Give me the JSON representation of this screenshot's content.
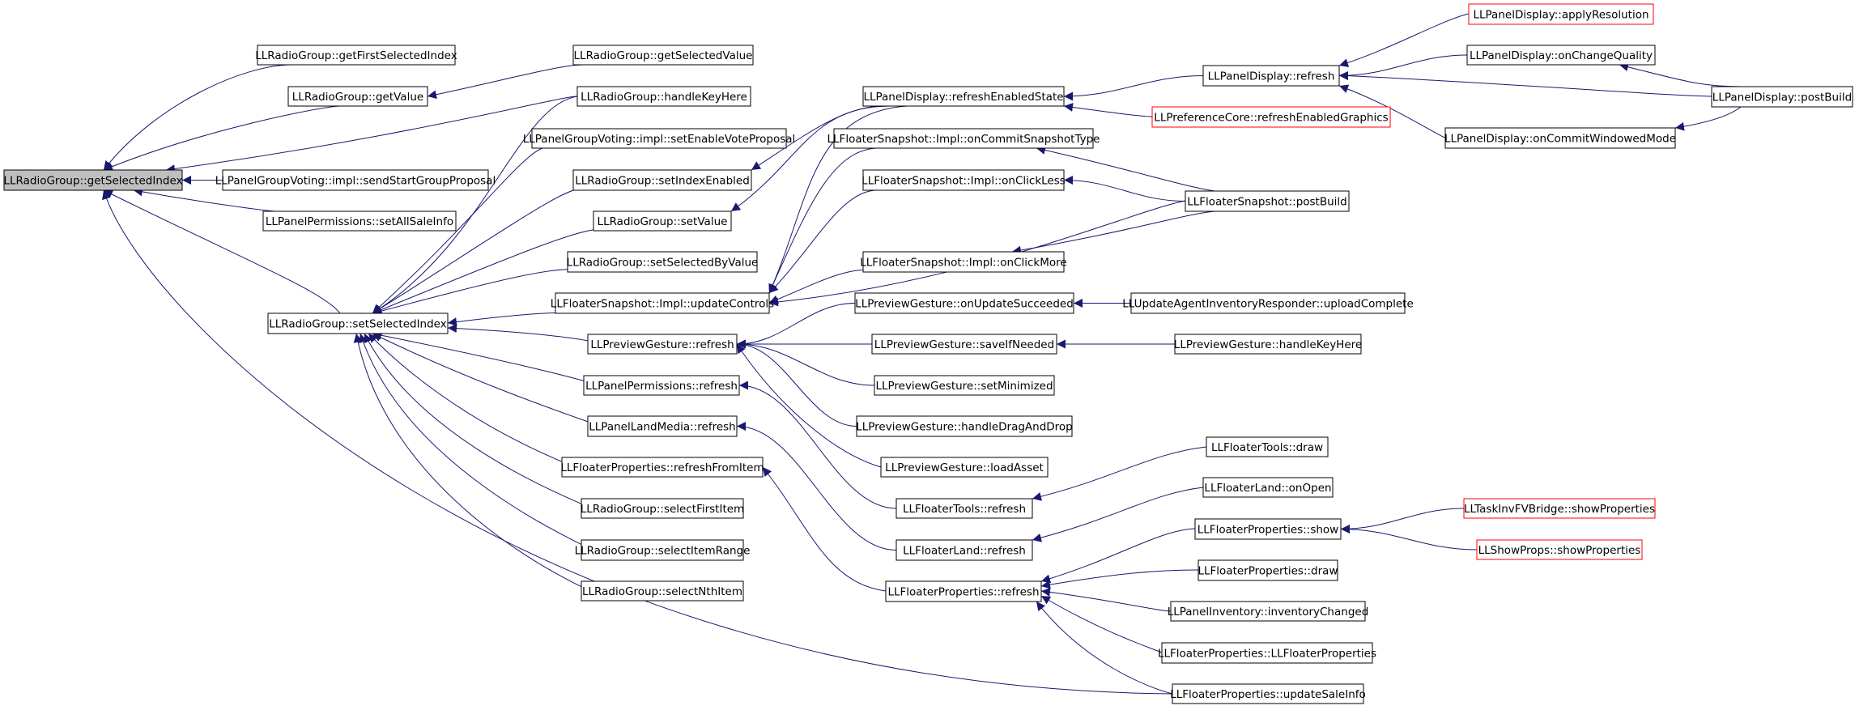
{
  "graph": {
    "colors": {
      "edge": "#191970",
      "box_border": "#000000",
      "truncated_border": "#ff0000",
      "root_fill": "#bfbfbf",
      "box_fill": "#ffffff"
    },
    "nodes": [
      {
        "id": "n0",
        "label": "LLRadioGroup::getSelectedIndex",
        "style": "root"
      },
      {
        "id": "n1",
        "label": "LLRadioGroup::getFirstSelectedIndex",
        "style": "normal"
      },
      {
        "id": "n2",
        "label": "LLRadioGroup::getValue",
        "style": "normal"
      },
      {
        "id": "n3",
        "label": "LLRadioGroup::getSelectedValue",
        "style": "normal"
      },
      {
        "id": "n4",
        "label": "LLPanelGroupVoting::impl::sendStartGroupProposal",
        "style": "normal"
      },
      {
        "id": "n5",
        "label": "LLPanelPermissions::setAllSaleInfo",
        "style": "normal"
      },
      {
        "id": "n6",
        "label": "LLRadioGroup::setSelectedIndex",
        "style": "normal"
      },
      {
        "id": "n7",
        "label": "LLRadioGroup::handleKeyHere",
        "style": "normal"
      },
      {
        "id": "n8",
        "label": "LLPanelGroupVoting::impl::setEnableVoteProposal",
        "style": "normal"
      },
      {
        "id": "n9",
        "label": "LLRadioGroup::setIndexEnabled",
        "style": "normal"
      },
      {
        "id": "n10",
        "label": "LLRadioGroup::setValue",
        "style": "normal"
      },
      {
        "id": "n11",
        "label": "LLRadioGroup::setSelectedByValue",
        "style": "normal"
      },
      {
        "id": "n12",
        "label": "LLFloaterSnapshot::Impl::updateControls",
        "style": "normal"
      },
      {
        "id": "n13",
        "label": "LLPreviewGesture::refresh",
        "style": "normal"
      },
      {
        "id": "n14",
        "label": "LLPanelPermissions::refresh",
        "style": "normal"
      },
      {
        "id": "n15",
        "label": "LLPanelLandMedia::refresh",
        "style": "normal"
      },
      {
        "id": "n16",
        "label": "LLFloaterProperties::refreshFromItem",
        "style": "normal"
      },
      {
        "id": "n17",
        "label": "LLRadioGroup::selectFirstItem",
        "style": "normal"
      },
      {
        "id": "n18",
        "label": "LLRadioGroup::selectItemRange",
        "style": "normal"
      },
      {
        "id": "n19",
        "label": "LLRadioGroup::selectNthItem",
        "style": "normal"
      },
      {
        "id": "n20",
        "label": "LLPanelDisplay::refreshEnabledState",
        "style": "normal"
      },
      {
        "id": "n21",
        "label": "LLFloaterSnapshot::Impl::onCommitSnapshotType",
        "style": "normal"
      },
      {
        "id": "n22",
        "label": "LLFloaterSnapshot::Impl::onClickLess",
        "style": "normal"
      },
      {
        "id": "n23",
        "label": "LLFloaterSnapshot::Impl::onClickMore",
        "style": "normal"
      },
      {
        "id": "n24",
        "label": "LLPreviewGesture::onUpdateSucceeded",
        "style": "normal"
      },
      {
        "id": "n25",
        "label": "LLPreviewGesture::saveIfNeeded",
        "style": "normal"
      },
      {
        "id": "n26",
        "label": "LLPreviewGesture::setMinimized",
        "style": "normal"
      },
      {
        "id": "n27",
        "label": "LLPreviewGesture::handleDragAndDrop",
        "style": "normal"
      },
      {
        "id": "n28",
        "label": "LLPreviewGesture::loadAsset",
        "style": "normal"
      },
      {
        "id": "n29",
        "label": "LLFloaterTools::refresh",
        "style": "normal"
      },
      {
        "id": "n30",
        "label": "LLFloaterLand::refresh",
        "style": "normal"
      },
      {
        "id": "n31",
        "label": "LLFloaterProperties::refresh",
        "style": "normal"
      },
      {
        "id": "n32",
        "label": "LLPanelDisplay::refresh",
        "style": "normal"
      },
      {
        "id": "n33",
        "label": "LLPreferenceCore::refreshEnabledGraphics",
        "style": "truncated"
      },
      {
        "id": "n34",
        "label": "LLFloaterSnapshot::postBuild",
        "style": "normal"
      },
      {
        "id": "n35",
        "label": "LLUpdateAgentInventoryResponder::uploadComplete",
        "style": "normal"
      },
      {
        "id": "n36",
        "label": "LLPreviewGesture::handleKeyHere",
        "style": "normal"
      },
      {
        "id": "n37",
        "label": "LLFloaterTools::draw",
        "style": "normal"
      },
      {
        "id": "n38",
        "label": "LLFloaterLand::onOpen",
        "style": "normal"
      },
      {
        "id": "n39",
        "label": "LLFloaterProperties::show",
        "style": "normal"
      },
      {
        "id": "n40",
        "label": "LLFloaterProperties::draw",
        "style": "normal"
      },
      {
        "id": "n41",
        "label": "LLPanelInventory::inventoryChanged",
        "style": "normal"
      },
      {
        "id": "n42",
        "label": "LLFloaterProperties::LLFloaterProperties",
        "style": "normal"
      },
      {
        "id": "n43",
        "label": "LLFloaterProperties::updateSaleInfo",
        "style": "normal"
      },
      {
        "id": "n44",
        "label": "LLPanelDisplay::applyResolution",
        "style": "truncated"
      },
      {
        "id": "n45",
        "label": "LLPanelDisplay::onChangeQuality",
        "style": "normal"
      },
      {
        "id": "n46",
        "label": "LLPanelDisplay::onCommitWindowedMode",
        "style": "normal"
      },
      {
        "id": "n47",
        "label": "LLPanelDisplay::postBuild",
        "style": "normal"
      },
      {
        "id": "n48",
        "label": "LLTaskInvFVBridge::showProperties",
        "style": "truncated"
      },
      {
        "id": "n49",
        "label": "LLShowProps::showProperties",
        "style": "truncated"
      }
    ],
    "edges": [
      [
        "n0",
        "n1"
      ],
      [
        "n0",
        "n2"
      ],
      [
        "n2",
        "n3"
      ],
      [
        "n0",
        "n7"
      ],
      [
        "n0",
        "n4"
      ],
      [
        "n0",
        "n5"
      ],
      [
        "n0",
        "n6"
      ],
      [
        "n0",
        "n43"
      ],
      [
        "n6",
        "n7"
      ],
      [
        "n6",
        "n8"
      ],
      [
        "n6",
        "n9"
      ],
      [
        "n6",
        "n10"
      ],
      [
        "n6",
        "n11"
      ],
      [
        "n6",
        "n12"
      ],
      [
        "n6",
        "n13"
      ],
      [
        "n6",
        "n14"
      ],
      [
        "n6",
        "n15"
      ],
      [
        "n6",
        "n16"
      ],
      [
        "n6",
        "n17"
      ],
      [
        "n6",
        "n18"
      ],
      [
        "n6",
        "n19"
      ],
      [
        "n9",
        "n20"
      ],
      [
        "n10",
        "n20"
      ],
      [
        "n20",
        "n32"
      ],
      [
        "n20",
        "n33"
      ],
      [
        "n32",
        "n44"
      ],
      [
        "n32",
        "n45"
      ],
      [
        "n32",
        "n46"
      ],
      [
        "n32",
        "n47"
      ],
      [
        "n45",
        "n47"
      ],
      [
        "n46",
        "n47"
      ],
      [
        "n12",
        "n20"
      ],
      [
        "n12",
        "n21"
      ],
      [
        "n12",
        "n22"
      ],
      [
        "n12",
        "n23"
      ],
      [
        "n12",
        "n34"
      ],
      [
        "n21",
        "n34"
      ],
      [
        "n22",
        "n34"
      ],
      [
        "n23",
        "n34"
      ],
      [
        "n13",
        "n24"
      ],
      [
        "n13",
        "n25"
      ],
      [
        "n13",
        "n26"
      ],
      [
        "n13",
        "n27"
      ],
      [
        "n13",
        "n28"
      ],
      [
        "n24",
        "n35"
      ],
      [
        "n25",
        "n36"
      ],
      [
        "n14",
        "n29"
      ],
      [
        "n29",
        "n37"
      ],
      [
        "n15",
        "n30"
      ],
      [
        "n30",
        "n38"
      ],
      [
        "n16",
        "n31"
      ],
      [
        "n31",
        "n39"
      ],
      [
        "n31",
        "n40"
      ],
      [
        "n31",
        "n41"
      ],
      [
        "n31",
        "n42"
      ],
      [
        "n31",
        "n43"
      ],
      [
        "n39",
        "n48"
      ],
      [
        "n39",
        "n49"
      ]
    ]
  }
}
